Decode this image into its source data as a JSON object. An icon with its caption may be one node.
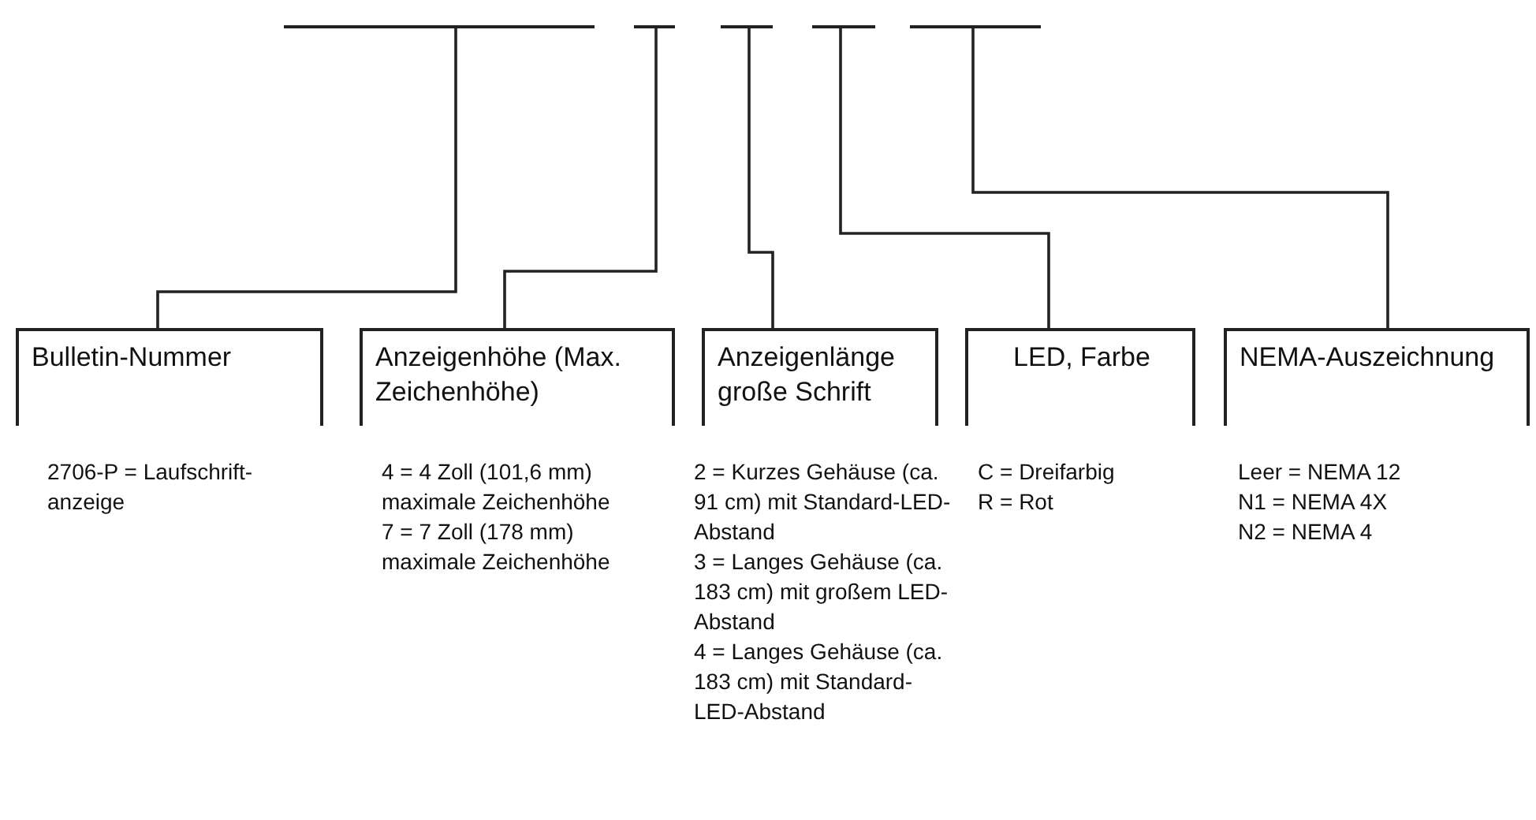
{
  "diagram": {
    "nodes": [
      {
        "text": [],
        "shape": "bar"
      },
      {
        "text": [],
        "shape": "bar"
      },
      {
        "text": [],
        "shape": "bar"
      },
      {
        "text": [],
        "shape": "bar"
      },
      {
        "text": [],
        "shape": "bar"
      },
      {
        "text": [
          "Bulletin-Nummer"
        ],
        "beside": [
          "2706-P = Laufschrift- anzeige"
        ]
      },
      {
        "text": [
          "Anzeigenhöhe (Max. Zeichenhöhe)"
        ],
        "beside": [
          "4 = 4 Zoll (101,6 mm) maximale Zeichenhöhe",
          "7 = 7 Zoll (178 mm) maximale Zeichenhöhe"
        ]
      },
      {
        "text": [
          "Anzeigenlänge große Schrift"
        ],
        "beside": [
          "2 = Kurzes Gehäuse (ca. 91 cm) mit Standard-LED-Abstand",
          "3 = Langes Gehäuse (ca. 183 cm) mit großem LED-Abstand",
          "4 = Langes Gehäuse (ca. 183 cm) mit Standard-LED-Abstand"
        ]
      },
      {
        "text": [
          "LED, Farbe"
        ],
        "beside": [
          "C = Dreifarbig",
          "R = Rot"
        ]
      },
      {
        "text": [
          "NEMA-Auszeichnung"
        ],
        "beside": [
          "Leer = NEMA 12",
          "N1 = NEMA 4X",
          "N2 = NEMA 4"
        ]
      }
    ],
    "edges": [
      {
        "from": 0,
        "to": 5,
        "arrow": "none"
      },
      {
        "from": 1,
        "to": 6,
        "arrow": "none"
      },
      {
        "from": 2,
        "to": 7,
        "arrow": "none"
      },
      {
        "from": 3,
        "to": 8,
        "arrow": "none"
      },
      {
        "from": 4,
        "to": 9,
        "arrow": "none"
      }
    ]
  }
}
